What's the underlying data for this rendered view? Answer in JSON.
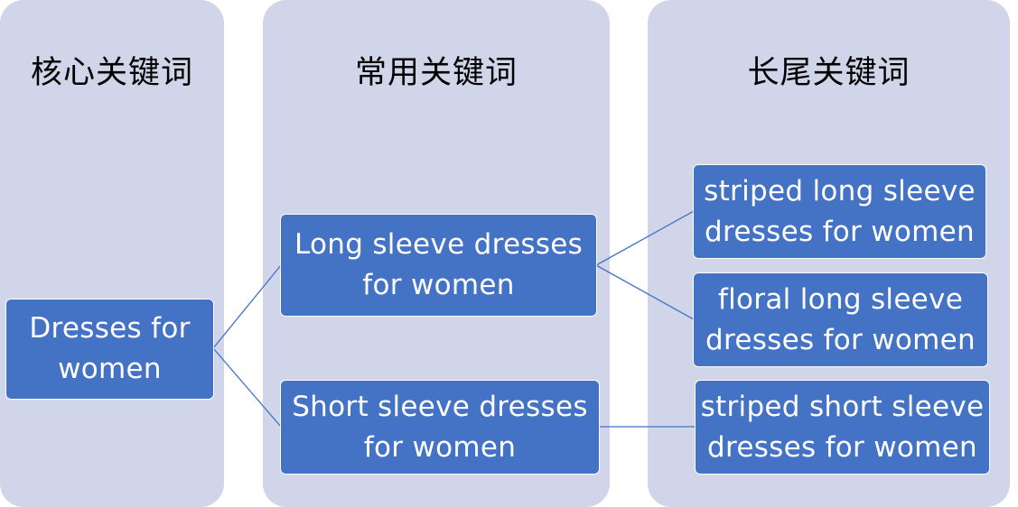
{
  "columns": {
    "core": {
      "heading": "核心关键词"
    },
    "common": {
      "heading": "常用关键词"
    },
    "longtail": {
      "heading": "长尾关键词"
    }
  },
  "keywords": {
    "core": "Dresses for\nwomen",
    "long_sleeve": "Long sleeve dresses\nfor women",
    "short_sleeve": "Short sleeve dresses\nfor women",
    "striped_long": "striped long sleeve\ndresses for women",
    "floral_long": "floral long sleeve\ndresses for women",
    "striped_short": "striped short sleeve\ndresses for women"
  },
  "colors": {
    "column_bg": "#d0d5e9",
    "box_fill": "#4472c4",
    "box_text": "#ffffff",
    "connector": "#4472c4"
  }
}
